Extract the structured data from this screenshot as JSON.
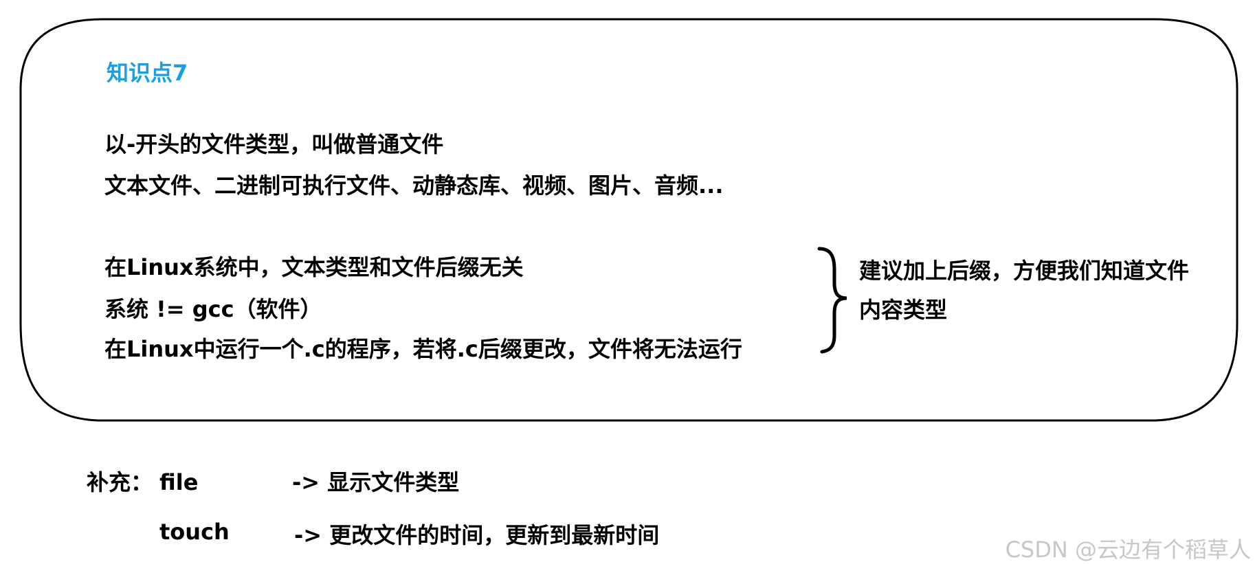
{
  "note": {
    "title": "知识点7",
    "lines": [
      "以-开头的文件类型，叫做普通文件",
      "文本文件、二进制可执行文件、动静态库、视频、图片、音频...",
      "在Linux系统中，文本类型和文件后缀无关",
      "系统 != gcc（软件）",
      "在Linux中运行一个.c的程序，若将.c后缀更改，文件将无法运行"
    ],
    "side_note": [
      "建议加上后缀，方便我们知道文件",
      "内容类型"
    ]
  },
  "supplement": {
    "label": "补充：",
    "commands": [
      {
        "name": "file",
        "desc": "-> 显示文件类型"
      },
      {
        "name": "touch",
        "desc": "-> 更改文件的时间，更新到最新时间"
      }
    ]
  },
  "watermark": "CSDN @云边有个稻草人",
  "colors": {
    "title": "#1a9fe0",
    "text": "#000000",
    "watermark": "#c7c7c7"
  }
}
